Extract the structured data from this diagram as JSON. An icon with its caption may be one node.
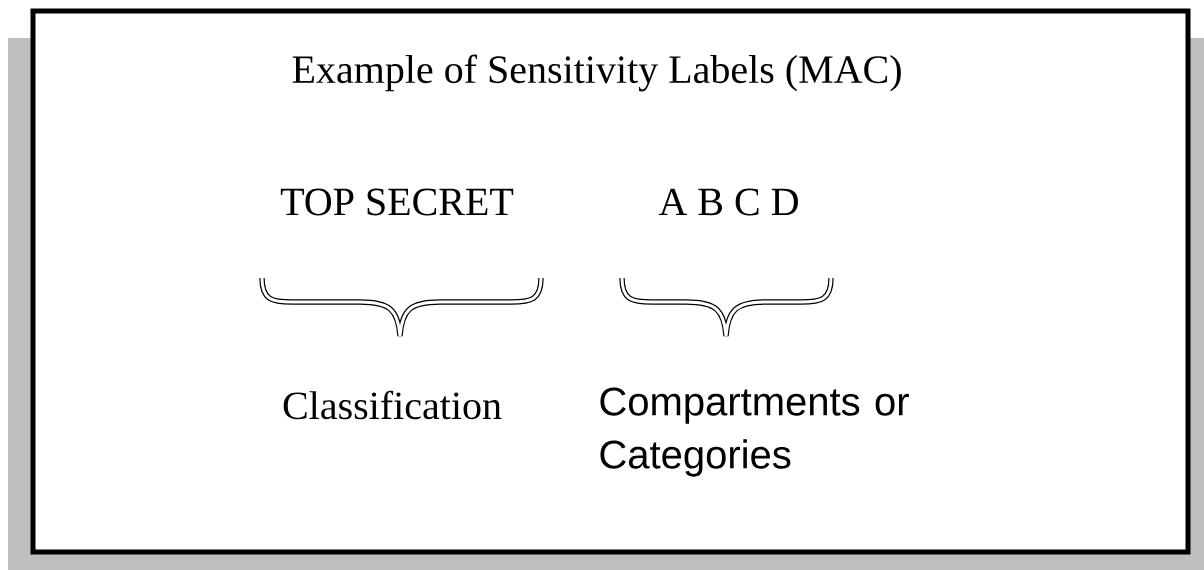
{
  "diagram": {
    "title": "Example of Sensitivity Labels (MAC)",
    "labels": [
      "TOP SECRET",
      "A B C D",
      "Classification",
      "Compartments or Categories"
    ]
  }
}
